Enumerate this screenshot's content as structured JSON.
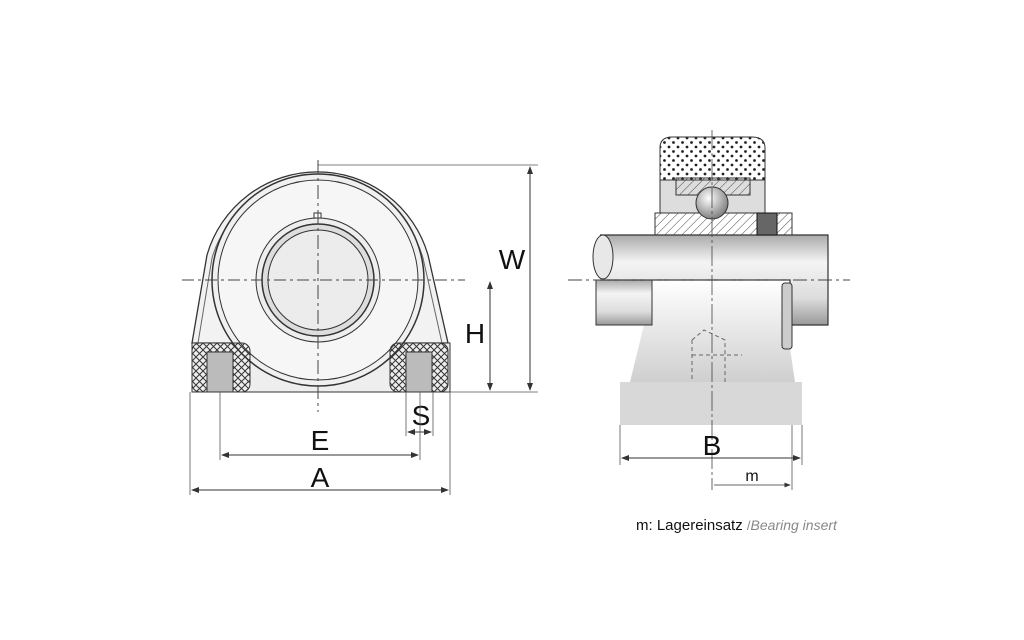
{
  "front_view": {
    "labels": {
      "W": "W",
      "H": "H",
      "S": "S",
      "E": "E",
      "A": "A"
    }
  },
  "side_view": {
    "labels": {
      "B": "B",
      "m": "m"
    }
  },
  "caption": {
    "key": "m: Lagereinsatz",
    "separator": "/",
    "translation": "Bearing insert"
  }
}
